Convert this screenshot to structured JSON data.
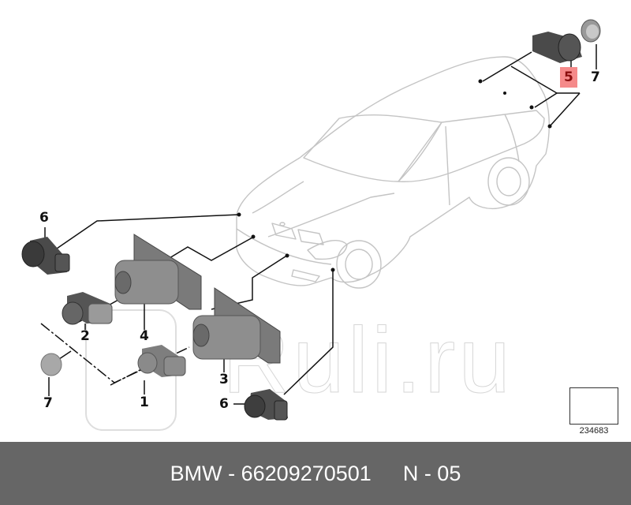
{
  "diagram": {
    "type": "exploded parts diagram",
    "subject": "BMW X5/X6 SUV outline with Park Distance Control (PDC) ultrasonic sensors and mounting brackets",
    "callouts": [
      {
        "id": "1",
        "label": "1",
        "desc": "ultrasonic sensor (light grey)"
      },
      {
        "id": "2",
        "label": "2",
        "desc": "ultrasonic sensor (light grey)"
      },
      {
        "id": "3",
        "label": "3",
        "desc": "sensor bracket (right)"
      },
      {
        "id": "4",
        "label": "4",
        "desc": "sensor bracket (left)"
      },
      {
        "id": "5",
        "label": "5",
        "desc": "ultrasonic sensor (dark, rear) — highlighted",
        "highlighted": true,
        "highlight_color": "#f58a8a"
      },
      {
        "id": "6a",
        "label": "6",
        "desc": "ultrasonic sensor (dark, front left corner)"
      },
      {
        "id": "6b",
        "label": "6",
        "desc": "ultrasonic sensor (dark, front right)"
      },
      {
        "id": "7a",
        "label": "7",
        "desc": "decoupling ring (rear)"
      },
      {
        "id": "7b",
        "label": "7",
        "desc": "decoupling ring (front)"
      }
    ],
    "reference": {
      "number": "234683",
      "icon": "arrow-down-left-icon"
    }
  },
  "watermark": {
    "text": "Ruli.ru"
  },
  "footer": {
    "brand": "BMW",
    "separator": " - ",
    "part_number": "66209270501",
    "position_label": "N - 05",
    "background": "#666666",
    "text_color": "#ffffff"
  }
}
